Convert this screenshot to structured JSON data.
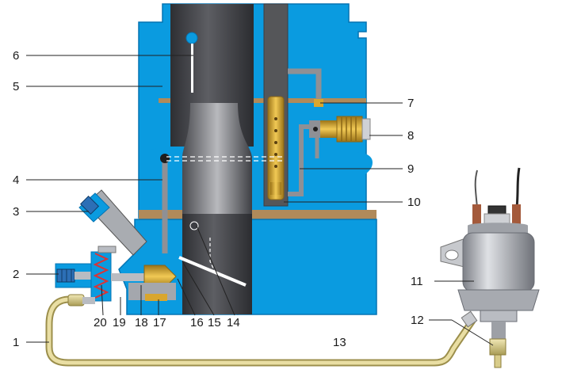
{
  "colors": {
    "body_blue": "#0a9be0",
    "body_blue_dark": "#0574b3",
    "barrel_dark": "#3c3d42",
    "barrel_mid": "#6a6b70",
    "barrel_light": "#a9aaae",
    "gasket": "#b08a5a",
    "brass": "#d9a62e",
    "brass_dark": "#8a6616",
    "tube": "#d8cc8a",
    "tube_dark": "#9c8f4c",
    "valve_gray": "#b9bcc2",
    "wire_brown": "#a45a3b",
    "leader": "#222222"
  },
  "callouts": [
    {
      "id": "1",
      "text": "1"
    },
    {
      "id": "2",
      "text": "2"
    },
    {
      "id": "3",
      "text": "3"
    },
    {
      "id": "4",
      "text": "4"
    },
    {
      "id": "5",
      "text": "5"
    },
    {
      "id": "6",
      "text": "6"
    },
    {
      "id": "7",
      "text": "7"
    },
    {
      "id": "8",
      "text": "8"
    },
    {
      "id": "9",
      "text": "9"
    },
    {
      "id": "10",
      "text": "10"
    },
    {
      "id": "11",
      "text": "11"
    },
    {
      "id": "12",
      "text": "12"
    },
    {
      "id": "13",
      "text": "13"
    },
    {
      "id": "14",
      "text": "14"
    },
    {
      "id": "15",
      "text": "15"
    },
    {
      "id": "16",
      "text": "16"
    },
    {
      "id": "17",
      "text": "17"
    },
    {
      "id": "18",
      "text": "18"
    },
    {
      "id": "19",
      "text": "19"
    },
    {
      "id": "20",
      "text": "20"
    }
  ]
}
